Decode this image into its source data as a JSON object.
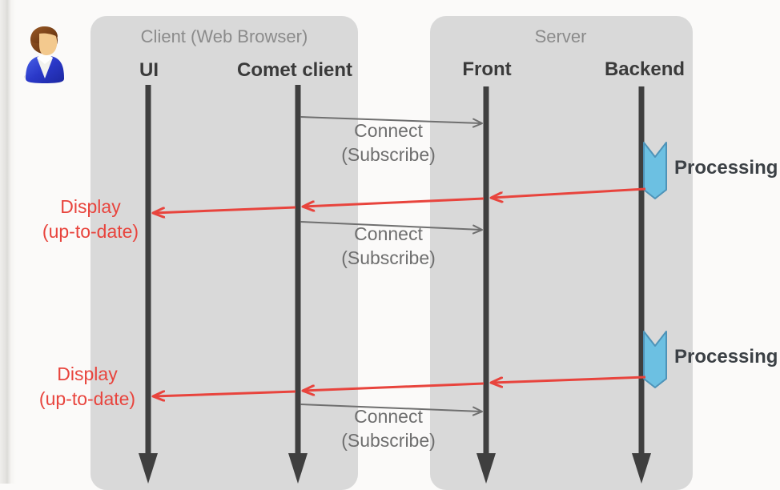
{
  "panels": {
    "client": {
      "title": "Client (Web Browser)"
    },
    "server": {
      "title": "Server"
    }
  },
  "lifelines": {
    "ui": {
      "label": "UI"
    },
    "comet_client": {
      "label": "Comet client"
    },
    "front": {
      "label": "Front"
    },
    "backend": {
      "label": "Backend"
    }
  },
  "messages": {
    "connect_line1": "Connect",
    "connect_line2": "(Subscribe)",
    "display_line1": "Display",
    "display_line2": "(up-to-date)",
    "processing": "Processing"
  },
  "icons": {
    "actor": "user-icon"
  },
  "colors": {
    "panel_bg": "#d9d9d9",
    "lifeline": "#3f3f3f",
    "connect_arrow": "#6f6f6f",
    "connect_text": "#6e6e6e",
    "panel_title_text": "#8b8b8b",
    "lifeline_label_text": "#3a3a3a",
    "display_red": "#e8443d",
    "processing_flag_fill": "#6cc0e2",
    "processing_flag_border": "#4e93b8",
    "processing_text": "#3c4146"
  }
}
